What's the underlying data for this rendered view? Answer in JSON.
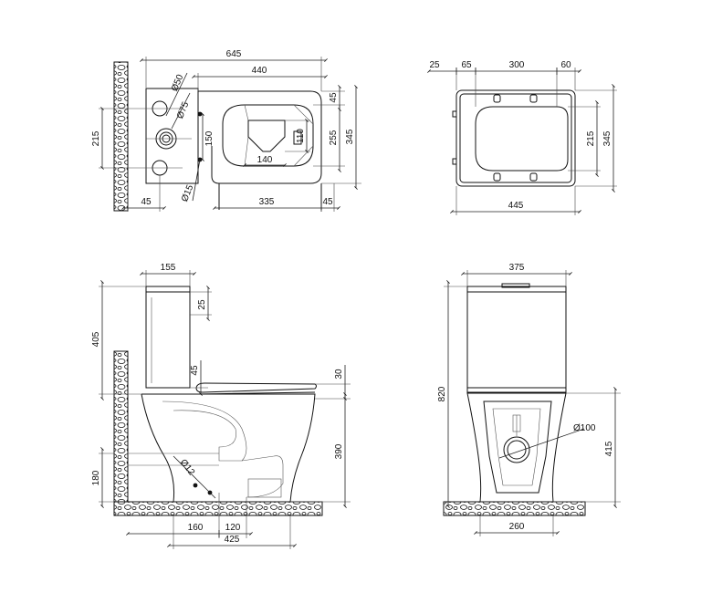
{
  "top_view": {
    "dims": {
      "overall_width": "645",
      "bowl_width": "440",
      "wall_height": "215",
      "dia_50": "Ø50",
      "dia_75": "Ø75",
      "dim_150": "150",
      "dim_45_top": "45",
      "dim_110": "110",
      "dim_255": "255",
      "dim_345": "345",
      "dim_140": "140",
      "dia_15": "Ø15",
      "dim_45_left": "45",
      "dim_335": "335",
      "dim_45_right": "45"
    }
  },
  "seat_view": {
    "dims": {
      "dim_25": "25",
      "dim_65": "65",
      "dim_300": "300",
      "dim_60": "60",
      "dim_215": "215",
      "dim_345": "345",
      "dim_445": "445"
    }
  },
  "side_view": {
    "dims": {
      "dim_155": "155",
      "dim_25": "25",
      "dim_405": "405",
      "dim_45": "45",
      "dim_30": "30",
      "dim_390": "390",
      "dia_12": "Ø12",
      "dim_180": "180",
      "dim_160": "160",
      "dim_120": "120",
      "dim_425": "425"
    }
  },
  "front_view": {
    "dims": {
      "dim_375": "375",
      "dim_820": "820",
      "dia_100": "Ø100",
      "dim_415": "415",
      "dim_260": "260"
    }
  }
}
